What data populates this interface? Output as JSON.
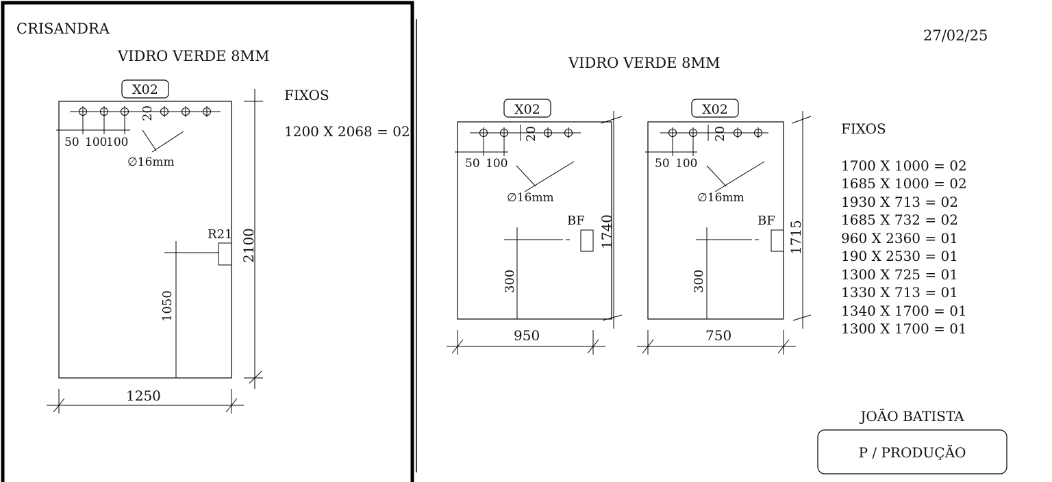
{
  "left_sheet": {
    "client": "CRISANDRA",
    "material": "VIDRO VERDE 8MM",
    "fixos_title": "FIXOS",
    "fixos_items": [
      "1200 X 2068 = 02"
    ],
    "panel": {
      "qty_tag": "X02",
      "hole_offset_label": "20",
      "spacing_labels": [
        "50",
        "100",
        "100"
      ],
      "hole_diameter": "∅16mm",
      "hardware_tag": "R21",
      "height_label": "2100",
      "width_label": "1250",
      "hardware_height_label": "1050"
    }
  },
  "right_sheet": {
    "date": "27/02/25",
    "material": "VIDRO VERDE 8MM",
    "panels": [
      {
        "qty_tag": "X02",
        "hole_offset_label": "20",
        "spacing_labels": [
          "50",
          "100"
        ],
        "hole_diameter": "∅16mm",
        "hardware_tag": "BF",
        "height_label": "1740",
        "width_label": "950",
        "hardware_height_label": "300"
      },
      {
        "qty_tag": "X02",
        "hole_offset_label": "20",
        "spacing_labels": [
          "50",
          "100"
        ],
        "hole_diameter": "∅16mm",
        "hardware_tag": "BF",
        "height_label": "1715",
        "width_label": "750",
        "hardware_height_label": "300"
      }
    ],
    "fixos_title": "FIXOS",
    "fixos_items": [
      "1700 X 1000 = 02",
      "1685 X 1000 = 02",
      "1930 X 713 = 02",
      "1685 X 732 = 02",
      "960 X 2360 = 01",
      "190 X 2530 = 01",
      "1300 X 725 = 01",
      "1330 X 713 = 01",
      "1340 X 1700 = 01",
      "1300 X 1700 = 01"
    ],
    "signature_name": "JOÃO BATISTA",
    "stamp_text": "P / PRODUÇÃO"
  }
}
